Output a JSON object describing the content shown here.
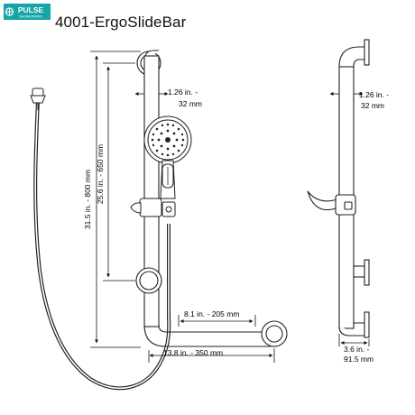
{
  "brand": {
    "name": "PULSE",
    "tagline": "SHOWERSPAS",
    "color": "#15a5a8"
  },
  "title": "4001-ErgoSlideBar",
  "dimensions": {
    "bar_diameter": {
      "line1": "1.26 in. -",
      "line2": "32 mm"
    },
    "side_bar_diameter": {
      "line1": "1.26 in. -",
      "line2": "32 mm"
    },
    "total_height": "31.5 in. - 800 mm",
    "mount_spacing": "25.6 in. - 650 mm",
    "short_leg": "8.1 in. - 205 mm",
    "long_leg": "13.8 in. - 350 mm",
    "projection": {
      "line1": "3.6 in. -",
      "line2": "91.5 mm"
    }
  }
}
